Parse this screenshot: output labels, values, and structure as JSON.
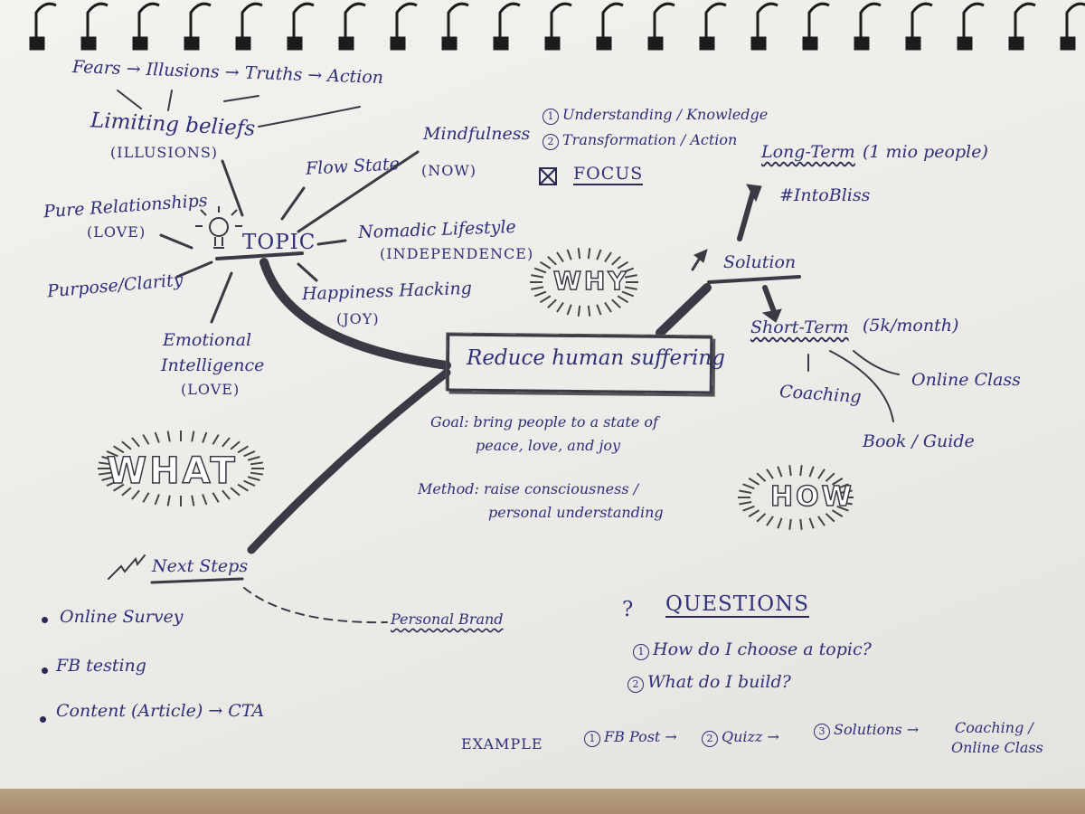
{
  "central": {
    "label": "Reduce human suffering",
    "goal": "Goal: bring people to a state of",
    "goal_2": "peace, love, and joy",
    "method": "Method: raise consciousness /",
    "method_2": "personal understanding"
  },
  "topic": {
    "label": "TOPIC",
    "fears_chain": "Fears → Illusions → Truths → Action",
    "limiting_beliefs": "Limiting beliefs",
    "illusions": "(ILLUSIONS)",
    "mindfulness": "Mindfulness",
    "now": "(NOW)",
    "flow_state": "Flow State",
    "pure_relationships": "Pure Relationships",
    "love_1": "(LOVE)",
    "nomadic_lifestyle": "Nomadic Lifestyle",
    "independence": "(INDEPENDENCE)",
    "purpose_clarity": "Purpose/Clarity",
    "happiness_hacking": "Happiness Hacking",
    "joy": "(JOY)",
    "emotional": "Emotional",
    "intelligence": "Intelligence",
    "love_2": "(LOVE)"
  },
  "what_label": "WHAT",
  "why_label": "WHY",
  "how_label": "HOW",
  "focus": {
    "item_1": "Understanding / Knowledge",
    "item_2": "Transformation / Action",
    "focus_label": "FOCUS",
    "num_1": "1",
    "num_2": "2"
  },
  "solution": {
    "label": "Solution",
    "long_term": "Long-Term",
    "long_term_note": "(1 mio people)",
    "hashtag": "#IntoBliss",
    "short_term": "Short-Term",
    "short_term_note": "(5k/month)",
    "coaching": "Coaching",
    "online_class": "Online Class",
    "book_guide": "Book / Guide"
  },
  "next_steps": {
    "label": "Next Steps",
    "items": [
      "Online Survey",
      "FB testing",
      "Content (Article) → CTA"
    ],
    "personal_brand": "Personal Brand"
  },
  "questions": {
    "icon": "?",
    "title": "QUESTIONS",
    "q1": "How do I choose a topic?",
    "q2": "What do I build?",
    "num_1": "1",
    "num_2": "2"
  },
  "example": {
    "label": "EXAMPLE",
    "step_1": "FB Post →",
    "step_2": "Quizz →",
    "step_3": "Solutions →",
    "step_4": "Coaching /",
    "step_4b": "Online Class",
    "num_1": "1",
    "num_2": "2",
    "num_3": "3"
  },
  "colors": {
    "ink_blue": "#2f2f7a",
    "ink_dark": "#2a2a55",
    "paper": "#eeede9"
  }
}
